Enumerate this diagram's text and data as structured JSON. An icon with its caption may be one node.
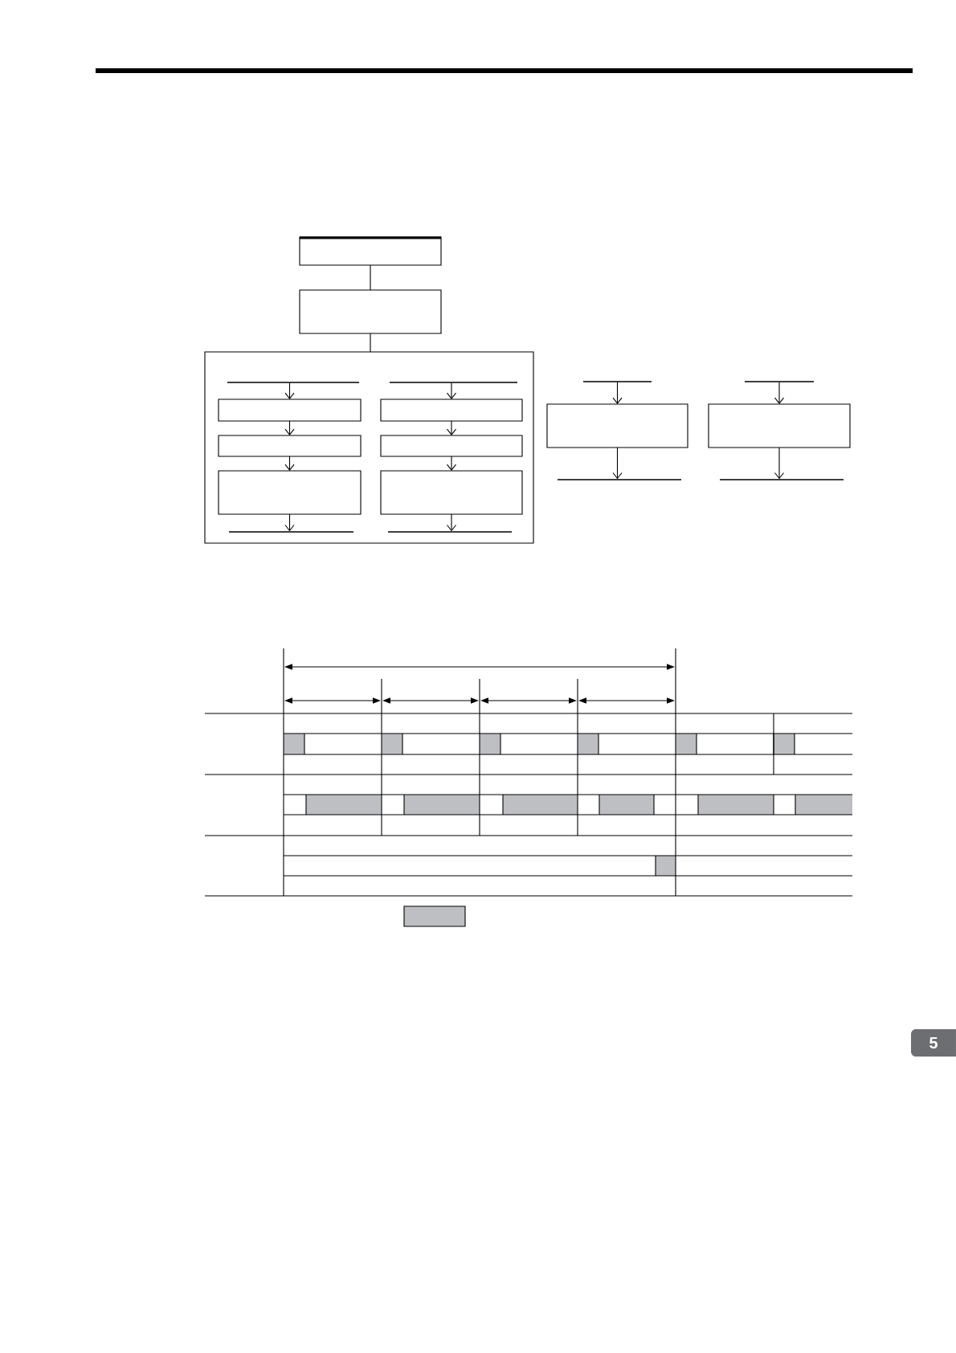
{
  "diagram": {
    "nodes": [
      {
        "text": [],
        "shape": "box"
      },
      {
        "text": [],
        "shape": "box"
      },
      {
        "text": [],
        "shape": "box"
      },
      {
        "text": [],
        "shape": "line",
        "in": 2
      },
      {
        "text": [],
        "shape": "box",
        "in": 2
      },
      {
        "text": [],
        "shape": "box",
        "in": 2
      },
      {
        "text": [],
        "shape": "box",
        "in": 2
      },
      {
        "text": [],
        "shape": "line",
        "in": 2
      },
      {
        "text": [],
        "shape": "line",
        "in": 2
      },
      {
        "text": [],
        "shape": "box",
        "in": 2
      },
      {
        "text": [],
        "shape": "box",
        "in": 2
      },
      {
        "text": [],
        "shape": "box",
        "in": 2
      },
      {
        "text": [],
        "shape": "line",
        "in": 2
      },
      {
        "text": [],
        "shape": "line"
      },
      {
        "text": [],
        "shape": "box"
      },
      {
        "text": [],
        "shape": "line"
      },
      {
        "text": [],
        "shape": "line"
      },
      {
        "text": [],
        "shape": "box"
      },
      {
        "text": [],
        "shape": "line"
      }
    ],
    "edges": [
      {
        "from": 0,
        "to": 1,
        "arrow": "none"
      },
      {
        "from": 1,
        "to": 2,
        "arrow": "none"
      },
      {
        "from": 3,
        "to": 4,
        "arrow": "to"
      },
      {
        "from": 4,
        "to": 5,
        "arrow": "to"
      },
      {
        "from": 5,
        "to": 6,
        "arrow": "to"
      },
      {
        "from": 6,
        "to": 7,
        "arrow": "to"
      },
      {
        "from": 8,
        "to": 9,
        "arrow": "to"
      },
      {
        "from": 9,
        "to": 10,
        "arrow": "to"
      },
      {
        "from": 10,
        "to": 11,
        "arrow": "to"
      },
      {
        "from": 11,
        "to": 12,
        "arrow": "to"
      },
      {
        "from": 13,
        "to": 14,
        "arrow": "to"
      },
      {
        "from": 14,
        "to": 15,
        "arrow": "to"
      },
      {
        "from": 16,
        "to": 17,
        "arrow": "to"
      },
      {
        "from": 17,
        "to": 18,
        "arrow": "to"
      }
    ],
    "labels": [
      "5"
    ]
  }
}
